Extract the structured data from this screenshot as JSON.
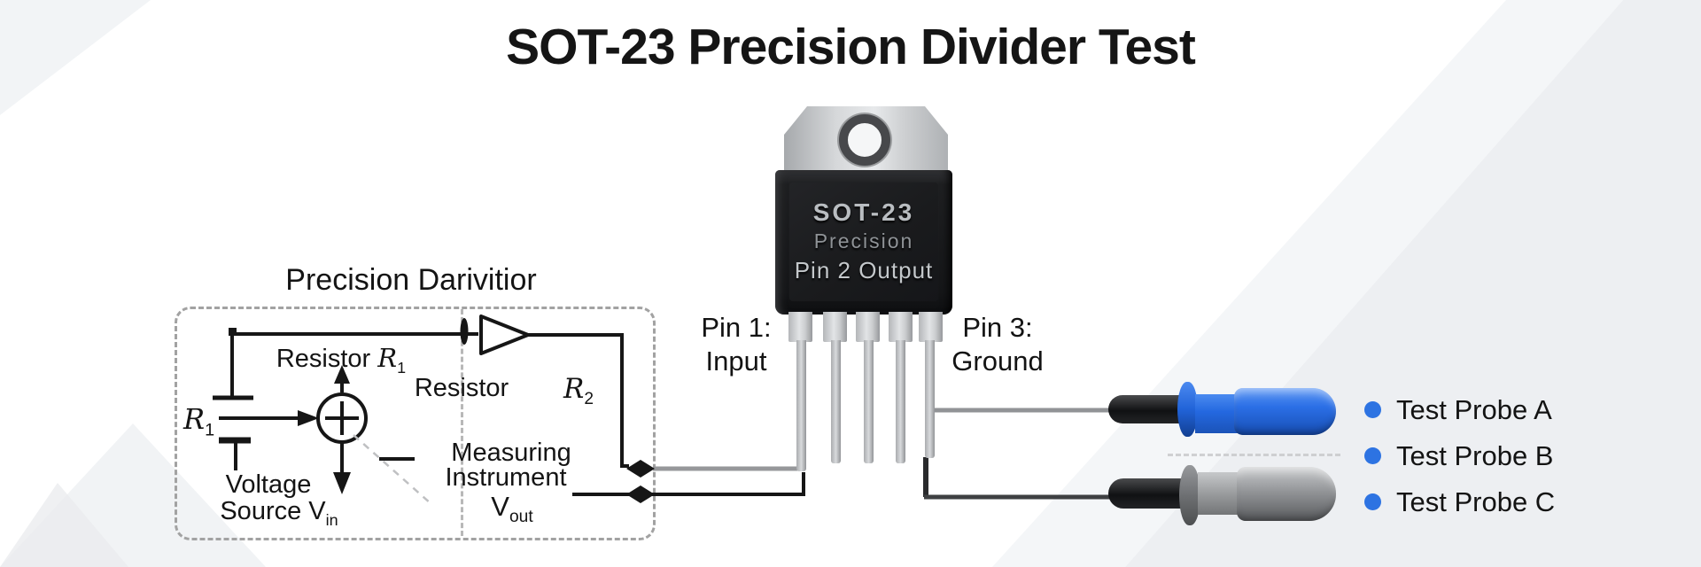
{
  "title": "SOT-23 Precision Divider Test",
  "circuit": {
    "box_title": "Precision Darivitior",
    "resistor_r1": {
      "text": "Resistor ",
      "sym": "R",
      "sub": "1"
    },
    "resistor_label": "Resistor",
    "r2": {
      "sym": "R",
      "sub": "2"
    },
    "r1": {
      "sym": "R",
      "sub": "1"
    },
    "voltage_source": {
      "line1": "Voltage",
      "line2": "Source V",
      "line2_sub": "in"
    },
    "measuring": {
      "line1": "Measuring",
      "line2": "Instrument",
      "line3": "V",
      "line3_sub": "out"
    }
  },
  "package": {
    "marking_line1": "SOT-23",
    "marking_line2": "Precision",
    "marking_line3": "Pin 2 Output"
  },
  "pin_labels": {
    "pin1": {
      "line1": "Pin 1:",
      "line2": "Input"
    },
    "pin3": {
      "line1": "Pin 3:",
      "line2": "Ground"
    }
  },
  "legend": {
    "items": [
      {
        "label": "Test Probe A"
      },
      {
        "label": "Test Probe B"
      },
      {
        "label": "Test Probe C"
      }
    ]
  },
  "colors": {
    "probe_blue": "#2569e2",
    "legend_dot_blue": "#2d73e2",
    "wire_gray": "#96979a",
    "circuit_black": "#161616",
    "facet_gray": "#edeff2"
  }
}
